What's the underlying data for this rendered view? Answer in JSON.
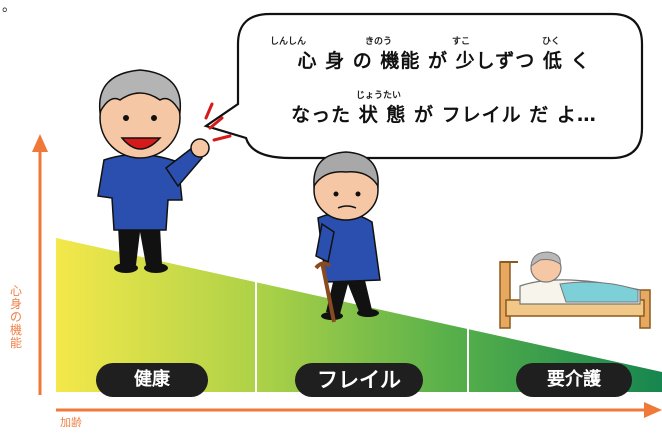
{
  "corner_mark": "。",
  "bubble": {
    "line1": "心 身 の 機能 が 少しずつ 低 く",
    "line1_ruby": {
      "shinshin": "しんしん",
      "kinou": "きのう",
      "sukoshi": "すこ",
      "hiku": "ひく"
    },
    "line2": "なった 状 態 が フレイル だ よ…",
    "line2_ruby": {
      "joutai": "じょうたい"
    }
  },
  "axis": {
    "y_label": "心身の機能",
    "x_label": "加齢"
  },
  "stages": [
    {
      "label": "健康"
    },
    {
      "label": "フレイル"
    },
    {
      "label": "要介護"
    }
  ],
  "colors": {
    "axis": "#f07838",
    "gradient_start": "#f4e84a",
    "gradient_mid": "#7fc242",
    "gradient_end": "#1f8a4c",
    "pill": "#1f1f1f"
  }
}
